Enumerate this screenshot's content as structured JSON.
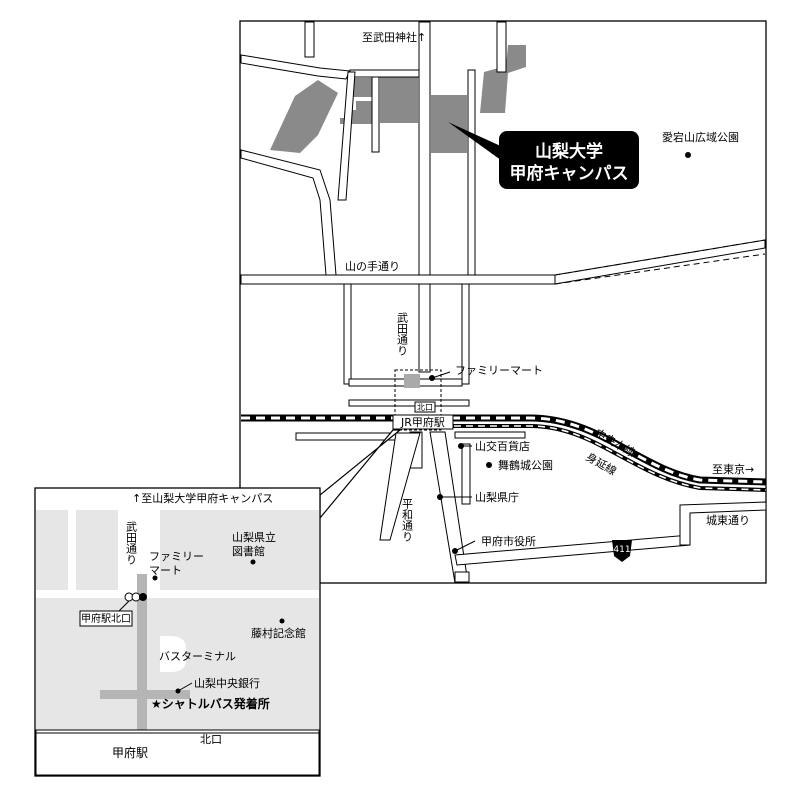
{
  "main_map": {
    "labels": {
      "to_takeda_shrine": "至武田神社↑",
      "campus_line1": "山梨大学",
      "campus_line2": "甲府キャンパス",
      "atagoyama_park": "愛宕山広域公園",
      "yamanote_street": "山の手通り",
      "takeda_street": "武田通り",
      "familymart": "ファミリーマート",
      "kitaguchi": "北口",
      "jr_kofu_station": "JR甲府駅",
      "chuo_line": "中央本線",
      "minobu_line": "身延線",
      "to_tokyo": "至東京→",
      "yamako_dept_store": "山交百貨店",
      "maizuru_castle_park": "舞鶴城公園",
      "heiwa_street": "平和通り",
      "prefectural_office": "山梨県庁",
      "kofu_city_hall": "甲府市役所",
      "joto_street": "城東通り",
      "route_number": "411"
    }
  },
  "inset_map": {
    "labels": {
      "to_campus": "↑至山梨大学甲府キャンパス",
      "takeda_street": "武田通り",
      "familymart_line1": "ファミリー",
      "familymart_line2": "マート",
      "library_line1": "山梨県立",
      "library_line2": "図書館",
      "kofu_kitaguchi": "甲府駅北口",
      "fujimura_hall": "藤村記念館",
      "bus_terminal": "バスターミナル",
      "yamanashi_chuo_bank": "山梨中央銀行",
      "shuttle_stop": "★シャトルバス発着所",
      "kofu_station": "甲府駅",
      "kitaguchi": "北口"
    }
  }
}
